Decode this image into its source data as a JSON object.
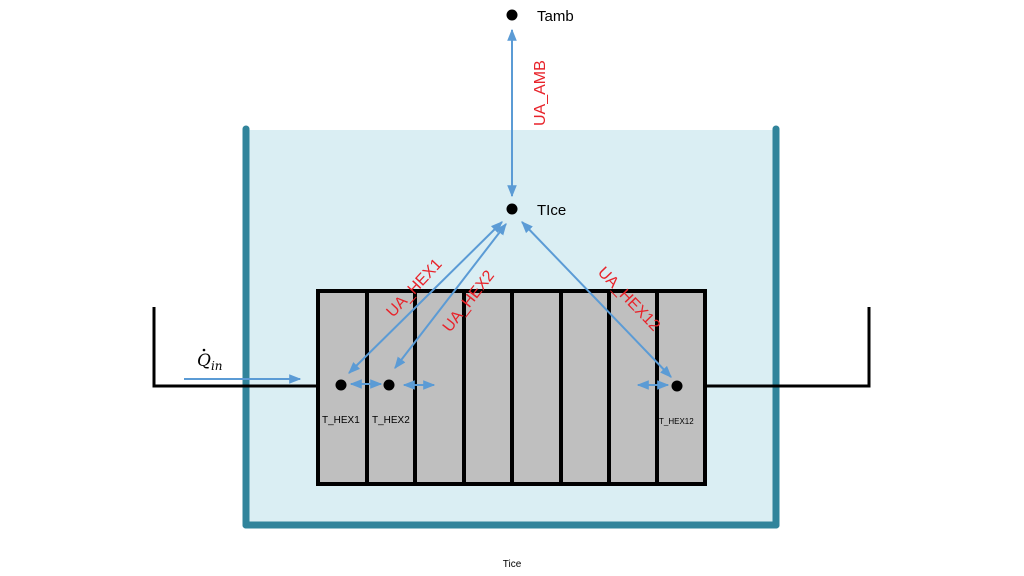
{
  "colors": {
    "tank_wall": "#31849B",
    "water": "#DAEEF3",
    "hex_fill": "#BFBFBF",
    "arrow": "#5B9BD5",
    "ua_label": "#E8232A"
  },
  "nodes": {
    "tamb": "Tamb",
    "tice": "TIce",
    "t_hex1": "T_HEX1",
    "t_hex2": "T_HEX2",
    "t_hex12": "T_HEX12"
  },
  "conductances": {
    "ua_amb": "UA_AMB",
    "ua_hex1": "UA_HEX1",
    "ua_hex2": "UA_HEX2",
    "ua_hex12": "UA_HEX12"
  },
  "heat_input": {
    "symbol": "Q",
    "subscript": "in"
  },
  "caption": "Tice"
}
